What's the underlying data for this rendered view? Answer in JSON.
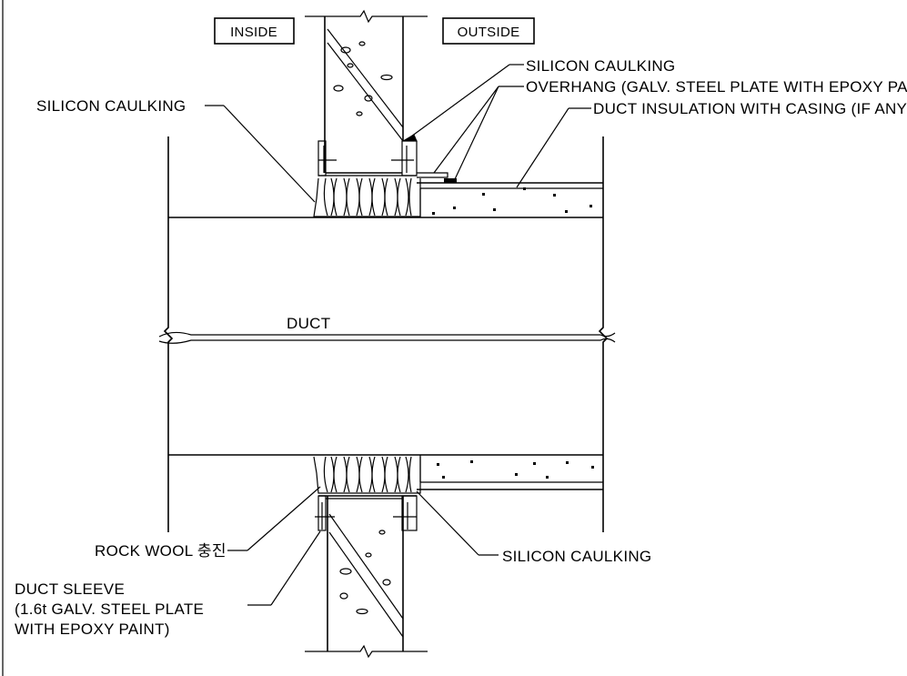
{
  "labels": {
    "inside": "INSIDE",
    "outside": "OUTSIDE",
    "caulking_top_right": "SILICON CAULKING",
    "overhang": "OVERHANG (GALV. STEEL PLATE WITH EPOXY PAINT)",
    "duct_insulation": "DUCT INSULATION WITH CASING (IF ANY)",
    "caulking_top_left": "SILICON CAULKING",
    "duct": "DUCT",
    "rock_wool": "ROCK WOOL 충진",
    "caulking_bottom_right": "SILICON CAULKING",
    "sleeve_line1": "DUCT SLEEVE",
    "sleeve_line2": "(1.6t GALV. STEEL PLATE",
    "sleeve_line3": "WITH EPOXY PAINT)"
  }
}
